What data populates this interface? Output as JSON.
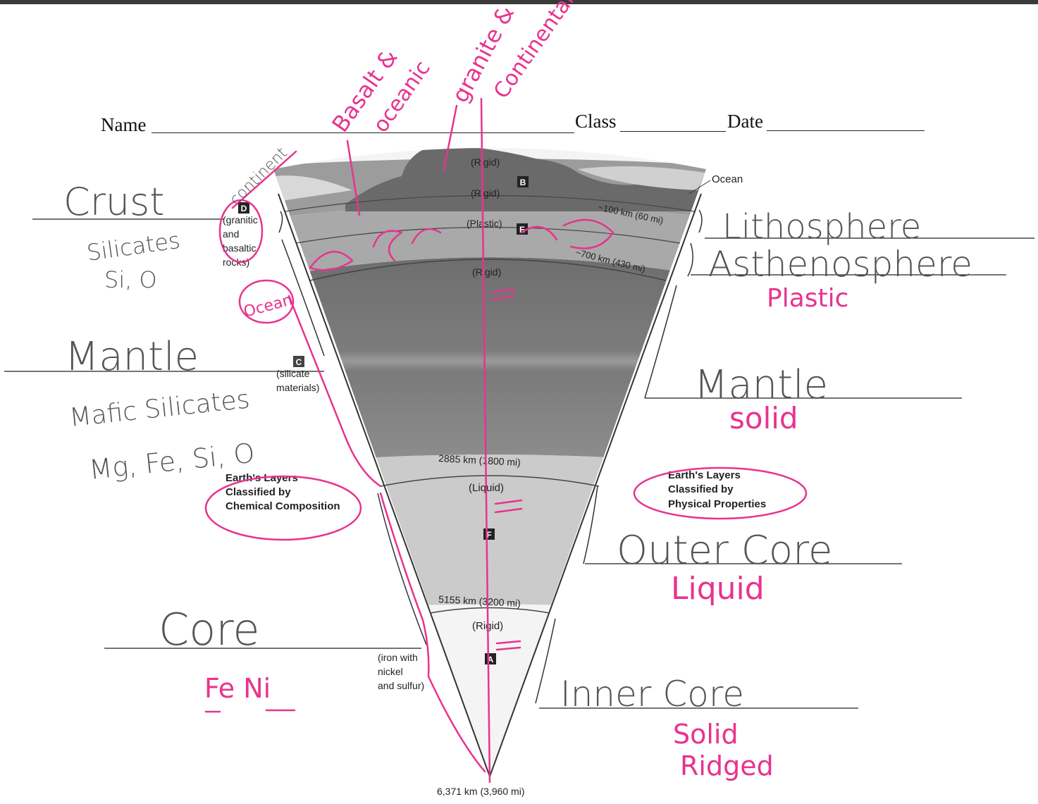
{
  "header": {
    "name_label": "Name",
    "class_label": "Class",
    "date_label": "Date"
  },
  "diagram": {
    "layer_states": {
      "crust_top": "(Rigid)",
      "lithosphere": "(Rigid)",
      "asthenosphere": "(Plastic)",
      "mantle": "(Rigid)",
      "outer_core": "(Liquid)",
      "inner_core": "(Rigid)"
    },
    "letters": {
      "a": "A",
      "b": "B",
      "c": "C",
      "d": "D",
      "e": "E",
      "f": "F"
    },
    "depths": {
      "d100": "~100 km (60 mi)",
      "d700": "~700 km (430 mi)",
      "d2885": "2885 km (1800 mi)",
      "d5155": "5155 km (3200 mi)",
      "d6371": "6,371 km (3,960 mi)"
    },
    "ocean_label": "Ocean",
    "crust_desc": [
      "(granitic",
      "and",
      "basaltic",
      "rocks)"
    ],
    "mantle_desc": [
      "(silicate",
      "materials)"
    ],
    "core_desc": [
      "(iron with",
      "nickel",
      "and sulfur)"
    ],
    "chem_caption": [
      "Earth's Layers",
      "Classified by",
      "Chemical Composition"
    ],
    "phys_caption": [
      "Earth's Layers",
      "Classified by",
      "Physical Properties"
    ]
  },
  "handwriting": {
    "left": {
      "crust": "Crust",
      "crust_note1": "Silicates",
      "crust_note2": "Si, O",
      "mantle": "Mantle",
      "mantle_note1": "Mafic Silicates",
      "mantle_note2": "Mg, Fe, Si, O",
      "core": "Core",
      "core_note": "Fe  Ni"
    },
    "right": {
      "lithosphere": "Lithosphere",
      "asthenosphere": "Asthenosphere",
      "asthenosphere_note": "Plastic",
      "mantle": "Mantle",
      "mantle_note": "solid",
      "outer_core": "Outer Core",
      "outer_core_note": "Liquid",
      "inner_core": "Inner Core",
      "inner_core_note1": "Solid",
      "inner_core_note2": "Ridged"
    },
    "annotations": {
      "continent": "continent",
      "ocean": "Ocean",
      "basalt": "Basalt &",
      "oceanic": "oceanic",
      "granite": "granite &",
      "continental": "Continental"
    }
  }
}
